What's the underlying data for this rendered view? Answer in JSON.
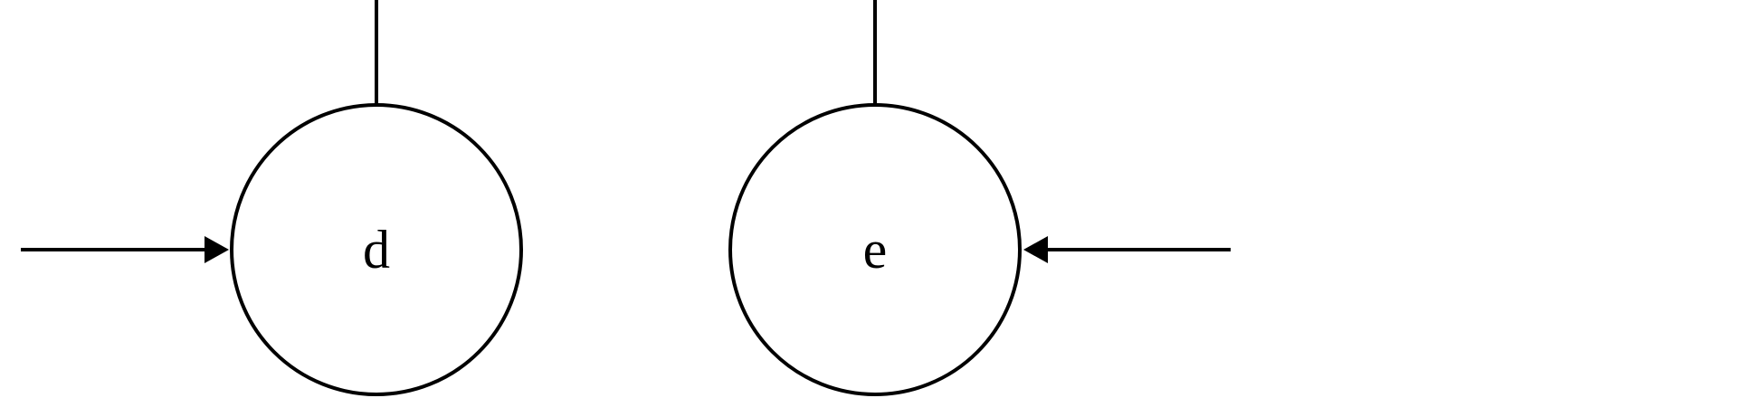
{
  "diagram": {
    "nodes": [
      {
        "id": "d",
        "label": "d"
      },
      {
        "id": "e",
        "label": "e"
      }
    ],
    "edges": [
      {
        "from": "left",
        "to": "d",
        "arrow": true
      },
      {
        "from": "e",
        "to": "top",
        "arrow": false
      },
      {
        "from": "d",
        "to": "top",
        "arrow": false
      },
      {
        "from": "right",
        "to": "e",
        "arrow": true
      }
    ],
    "stroke_color": "#000000",
    "background_color": "#ffffff"
  }
}
